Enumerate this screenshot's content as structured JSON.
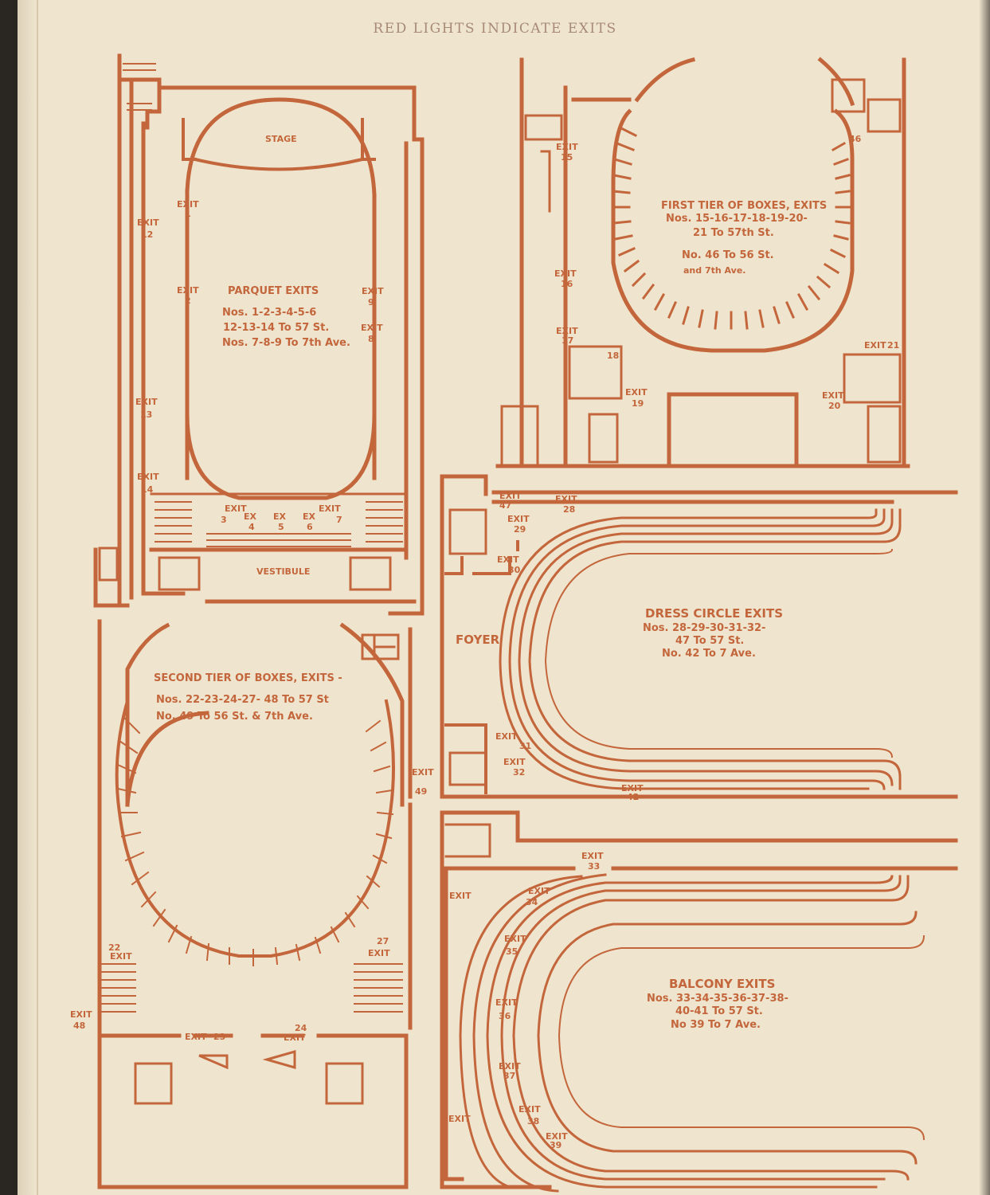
{
  "header": {
    "title": "RED LIGHTS INDICATE EXITS"
  },
  "colors": {
    "ink": "#c4663b",
    "paper": "#efe5cf"
  },
  "parquet": {
    "title": "PARQUET EXITS",
    "line1": "Nos. 1-2-3-4-5-6",
    "line2": "12-13-14 To 57 St.",
    "line3": "Nos. 7-8-9 To 7th Ave.",
    "stage": "STAGE",
    "vestibule": "VESTIBULE",
    "exits": {
      "e1": "1",
      "e2": "2",
      "e12": "12",
      "e13": "13",
      "e14": "14",
      "e3": "3",
      "e4": "4",
      "e5": "5",
      "e6": "6",
      "e7": "7",
      "e8": "8",
      "e9": "9"
    },
    "exit_word": "EXIT",
    "ex_word": "EX"
  },
  "first_tier": {
    "title": "FIRST TIER OF BOXES, EXITS",
    "line1": "Nos. 15-16-17-18-19-20-",
    "line2": "21 To 57th St.",
    "line3": "No. 46 To 56 St.",
    "line4": "and 7th Ave.",
    "exits": {
      "e15": "15",
      "e16": "16",
      "e17": "17",
      "e18": "18",
      "e19": "19",
      "e20": "20",
      "e21": "21",
      "e46": "46"
    }
  },
  "dress_circle": {
    "title": "DRESS CIRCLE EXITS",
    "line1": "Nos. 28-29-30-31-32-",
    "line2": "47 To 57 St.",
    "line3": "No. 42 To 7 Ave.",
    "foyer": "FOYER",
    "exits": {
      "e47": "47",
      "e28": "28",
      "e29": "29",
      "e30": "30",
      "e31": "31",
      "e32": "32",
      "e42": "42"
    }
  },
  "second_tier": {
    "title": "SECOND TIER OF BOXES, EXITS -",
    "line1": "Nos. 22-23-24-27- 48 To 57 St",
    "line2": "No. 49 To 56 St. & 7th Ave.",
    "exits": {
      "e22": "22",
      "e23": "23",
      "e24": "24",
      "e27": "27",
      "e48": "48",
      "e49": "49"
    }
  },
  "balcony": {
    "title": "BALCONY EXITS",
    "line1": "Nos. 33-34-35-36-37-38-",
    "line2": "40-41 To 57 St.",
    "line3": "No 39 To 7 Ave.",
    "exits": {
      "e33": "33",
      "e34": "34",
      "e35": "35",
      "e36": "36",
      "e37": "37",
      "e38": "38",
      "e39": "39"
    }
  }
}
